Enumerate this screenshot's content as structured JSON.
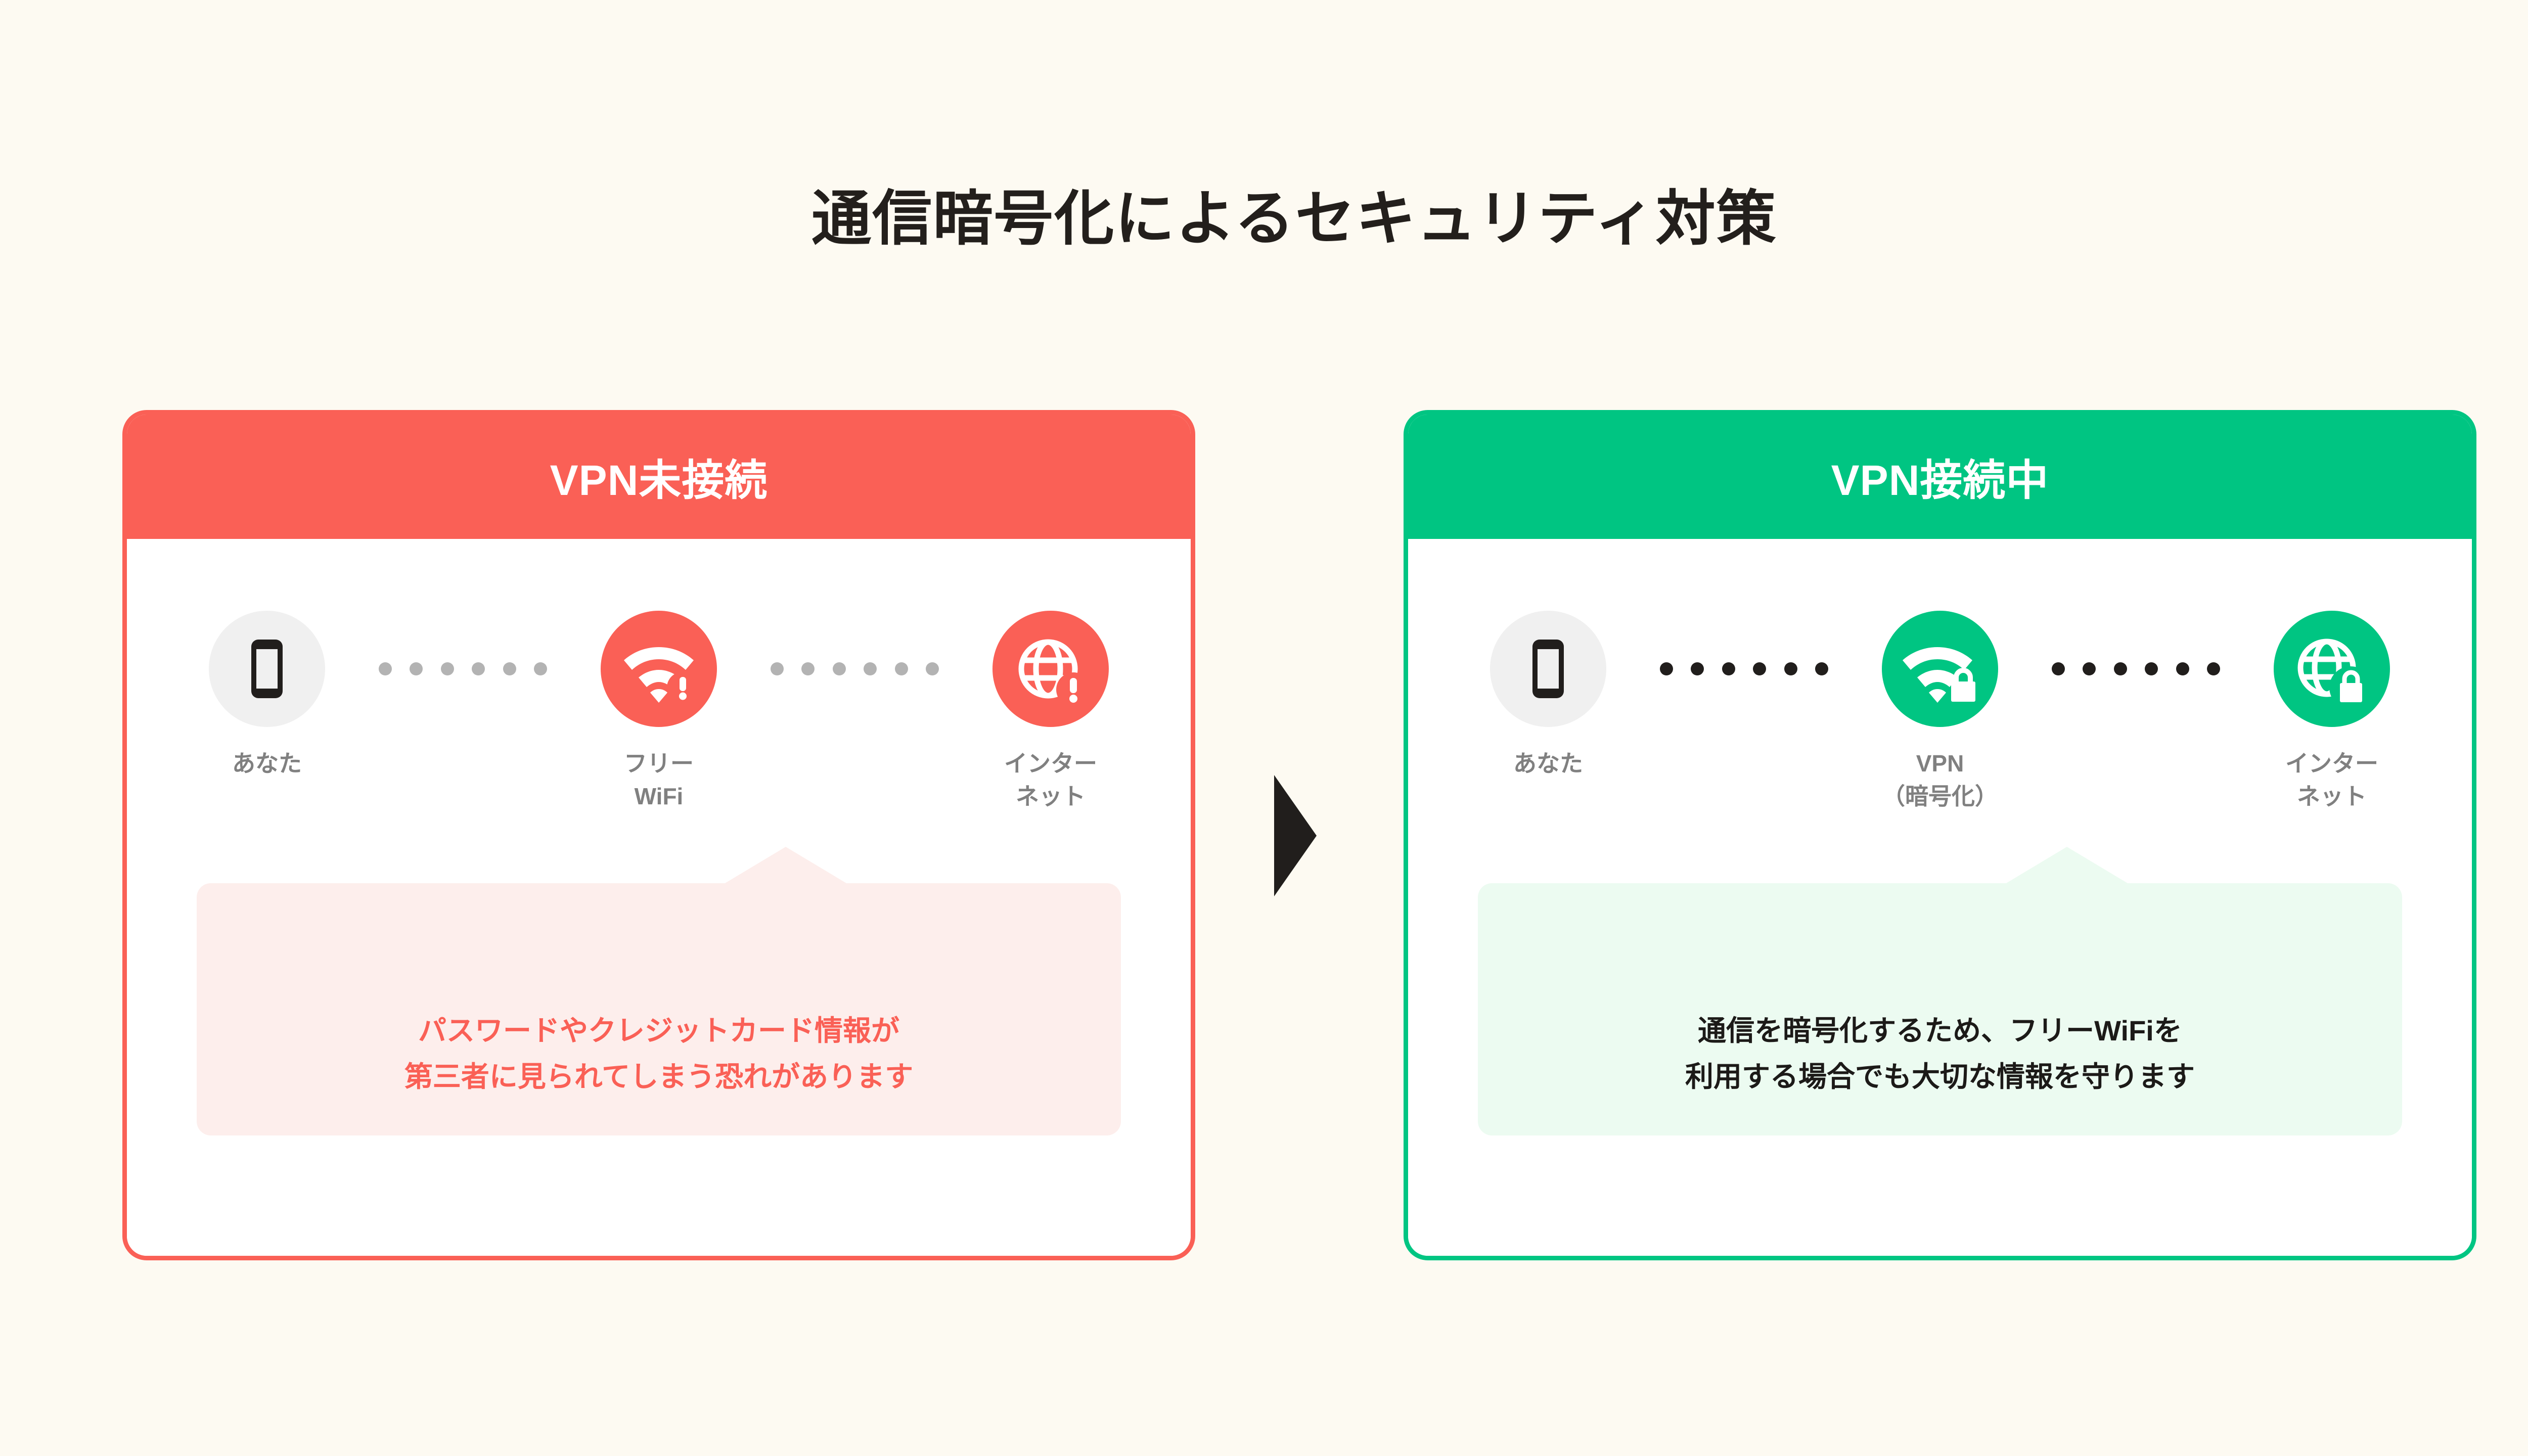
{
  "page": {
    "title": "通信暗号化によるセキュリティ対策",
    "background_color": "#FDFAF2",
    "text_color": "#231F1C"
  },
  "colors": {
    "danger": "#FA6056",
    "danger_soft": "#FDEEEC",
    "safe": "#00C582",
    "safe_soft": "#ECFBF1",
    "neutral_circle": "#F0F0F0",
    "label_gray": "#808080",
    "dot_gray": "#B3B3B3",
    "dot_dark": "#211E1C",
    "card_background": "#FFFFFF"
  },
  "flow_arrow": {
    "icon": "triangle-right-icon",
    "color": "#211E1C"
  },
  "cards": [
    {
      "id": "vpn-off",
      "header_label": "VPN未接続",
      "header_color": "#FA6056",
      "border_color": "#FA6056",
      "connector_dot_color": "#B3B3B3",
      "connector_dot_count": 6,
      "nodes": [
        {
          "id": "you",
          "icon": "smartphone-icon",
          "circle_style": "neutral",
          "label": "あなた"
        },
        {
          "id": "free-wifi",
          "icon": "wifi-warning-icon",
          "circle_style": "danger",
          "label": "フリー\nWiFi"
        },
        {
          "id": "internet",
          "icon": "globe-warning-icon",
          "circle_style": "danger",
          "label": "インター\nネット"
        }
      ],
      "callout": {
        "style": "danger",
        "text": "パスワードやクレジットカード情報が\n第三者に見られてしまう恐れがあります",
        "background": "#FDEEEC",
        "text_color": "#FA6056"
      }
    },
    {
      "id": "vpn-on",
      "header_label": "VPN接続中",
      "header_color": "#00C582",
      "border_color": "#00C582",
      "connector_dot_color": "#211E1C",
      "connector_dot_count": 6,
      "nodes": [
        {
          "id": "you",
          "icon": "smartphone-icon",
          "circle_style": "neutral",
          "label": "あなた"
        },
        {
          "id": "vpn",
          "icon": "wifi-lock-icon",
          "circle_style": "safe",
          "label": "VPN\n（暗号化）"
        },
        {
          "id": "internet",
          "icon": "globe-lock-icon",
          "circle_style": "safe",
          "label": "インター\nネット"
        }
      ],
      "callout": {
        "style": "safe",
        "text": "通信を暗号化するため、フリーWiFiを\n利用する場合でも大切な情報を守ります",
        "background": "#ECFBF1",
        "text_color": "#1C1A18"
      }
    }
  ]
}
